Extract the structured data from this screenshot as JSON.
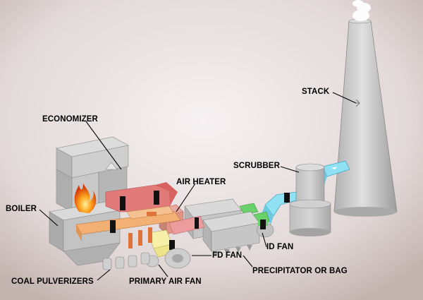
{
  "labels": {
    "stack": "STACK",
    "economizer": "ECONOMIZER",
    "scrubber": "SCRUBBER",
    "air_heater": "AIR HEATER",
    "boiler": "BOILER",
    "id_fan": "ID FAN",
    "fd_fan": "FD FAN",
    "precipitator": "PRECIPITATOR OR BAG",
    "coal_pulverizers": "COAL PULVERIZERS",
    "primary_air_fan": "PRIMARY AIR FAN"
  },
  "colors": {
    "background_center": "#f4eef0",
    "background_edge": "#c8bab6",
    "equipment": "#c8c8c8",
    "equipment_dark": "#a9a9a9",
    "flue_gas_hot": "#e27a7a",
    "flue_gas_warm": "#f0a488",
    "combustion_air": "#f2b074",
    "primary_air": "#f6efa8",
    "clean_gas_green": "#6ad06a",
    "scrubbed_gas_blue": "#8fe1f3",
    "flame": "#ff8c1a",
    "smoke": "#ffffff"
  }
}
